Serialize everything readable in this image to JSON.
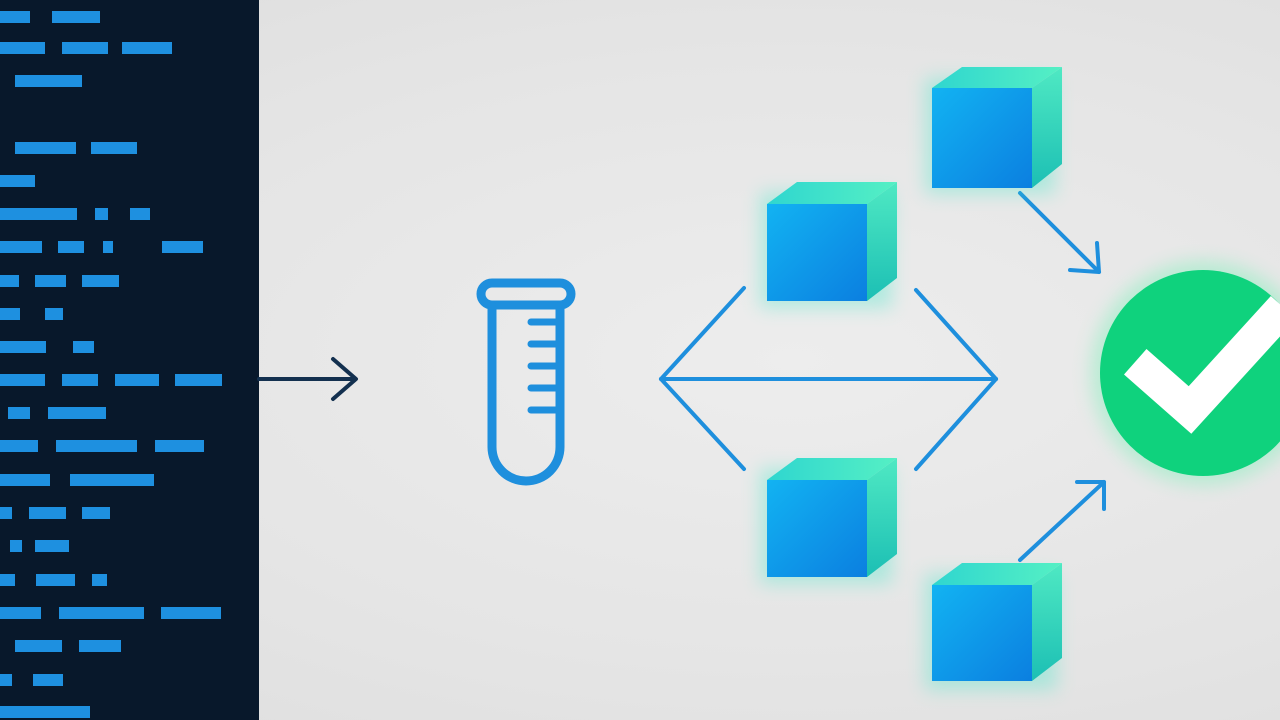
{
  "colors": {
    "code_background": "#08182b",
    "code_dash": "#1e90e0",
    "canvas_background": "#e6e6e6",
    "input_arrow": "#13304f",
    "accent_blue": "#1e8fdd",
    "cube_front": "#0d8fe6",
    "cube_top": "#3fe8c8",
    "cube_side": "#2bd0b6",
    "check_green": "#0fd27d",
    "check_mark": "#ffffff"
  },
  "icons": {
    "source": "code-lines-icon",
    "input_arrow": "arrow-right-icon",
    "test": "test-tube-icon",
    "split": "diamond-connector",
    "units": "cube-icon",
    "result": "checkmark-circle-icon"
  },
  "diagram": {
    "test_units": 4,
    "result": "pass"
  }
}
